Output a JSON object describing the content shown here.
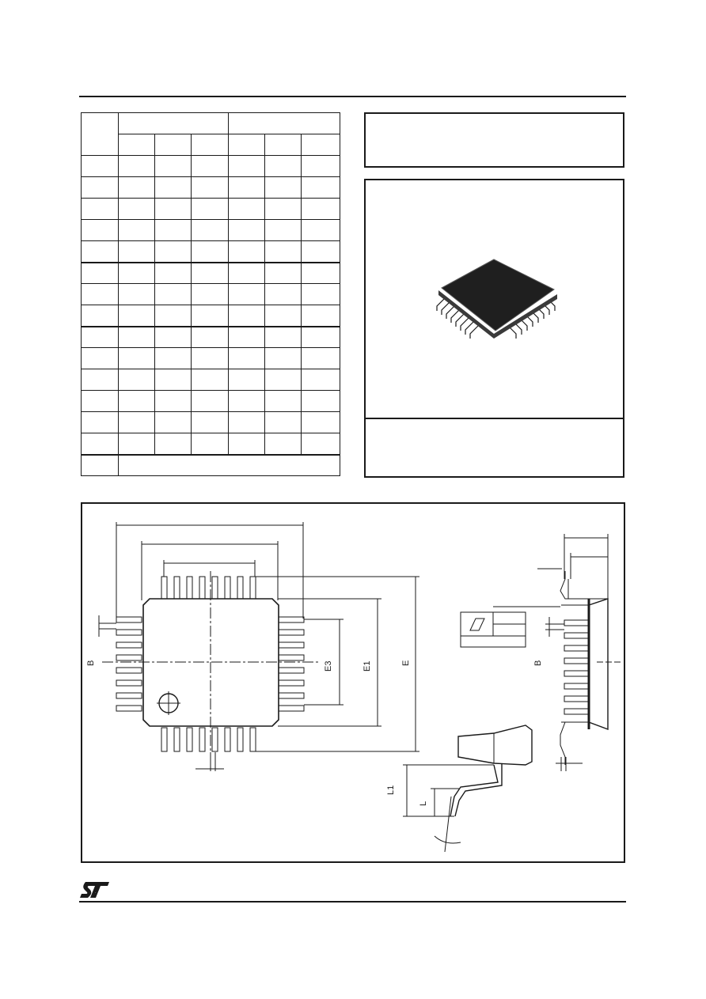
{
  "document": {
    "logo": "ST",
    "dimension_labels": {
      "B": "B",
      "E3": "E3",
      "E1": "E1",
      "E": "E",
      "L1": "L1",
      "L": "L",
      "B_side": "B"
    }
  },
  "table": {
    "rows": 14,
    "columns": 6
  }
}
